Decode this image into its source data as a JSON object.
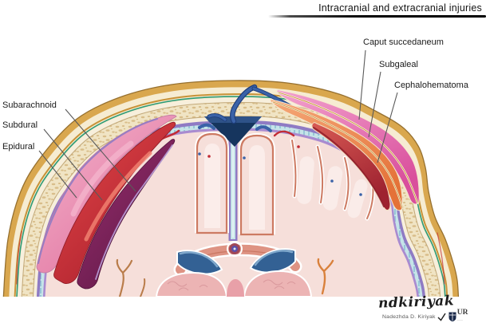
{
  "header": {
    "title": "Intracranial and extracranial injuries"
  },
  "labels": {
    "extracranial": [
      {
        "text": "Caput succedaneum"
      },
      {
        "text": "Subgaleal"
      },
      {
        "text": "Cephalohematoma"
      }
    ],
    "intracranial": [
      {
        "text": "Subarachnoid"
      },
      {
        "text": "Subdural"
      },
      {
        "text": "Epidural"
      }
    ]
  },
  "signature": {
    "script": "ndkiriyak",
    "name": "Nadezhda D. Kiriyak",
    "logo_text": "UR"
  },
  "colors": {
    "background": "#FFFFFF",
    "label_text": "#1A1A1A",
    "leader": "#5A5A5A",
    "skin": "#D9A74E",
    "skin_outline": "#96702F",
    "subcutis": "#F6ECD2",
    "galea_gold": "#C79238",
    "galea_green": "#2E9B76",
    "periosteum": "#F7EFDC",
    "bone": "#F0E4C4",
    "bone_speckle": "#C8A362",
    "bone_line": "#C2A878",
    "dura": "#8F7BC4",
    "csf": "#C6E4E8",
    "csf_hatch": "#74AECB",
    "pia": "#A98BD0",
    "cortex_fill": "#F6DFDA",
    "cortex_line": "#CD7A62",
    "cortex_core": "#FBEDEA",
    "sinus": "#16355E",
    "sinus_light": "#2E5288",
    "vein": "#3A62A8",
    "vein_dark": "#1E3C78",
    "vein_light": "#7C9CD4",
    "caput": "#D94F9C",
    "caput_light": "#F2A2CE",
    "subgaleal": "#E47238",
    "subgaleal_light": "#F5A878",
    "cephalo": "#9E2230",
    "cephalo_light": "#D85A54",
    "cephalo_dark": "#8E1F2C",
    "epidural": "#E0719E",
    "epidural_light": "#F4B4CC",
    "subdural": "#A81E2B",
    "subdural_light": "#E5484A",
    "subdural_hl": "#F08070",
    "sah": "#5E1845",
    "sah_light": "#9A2F70",
    "arachnoid_line": "#B9A0D8",
    "ventricle": "#336194",
    "ventricle_light": "#7FA8CC",
    "callosum": "#DE9383",
    "callosum_line": "#C97763",
    "thalamus": "#ECB4B4",
    "thalamus_line": "#D9989C",
    "midbrain": "#E8A0A8",
    "sulcus_vessel": "#B97C4A",
    "sulcus_vessel_r": "#D9813C",
    "blood_streak": "#C22B35",
    "ring_outer": "#A04858",
    "ring_inner": "#5B4FA8",
    "ring_core": "#DCE8F0"
  }
}
